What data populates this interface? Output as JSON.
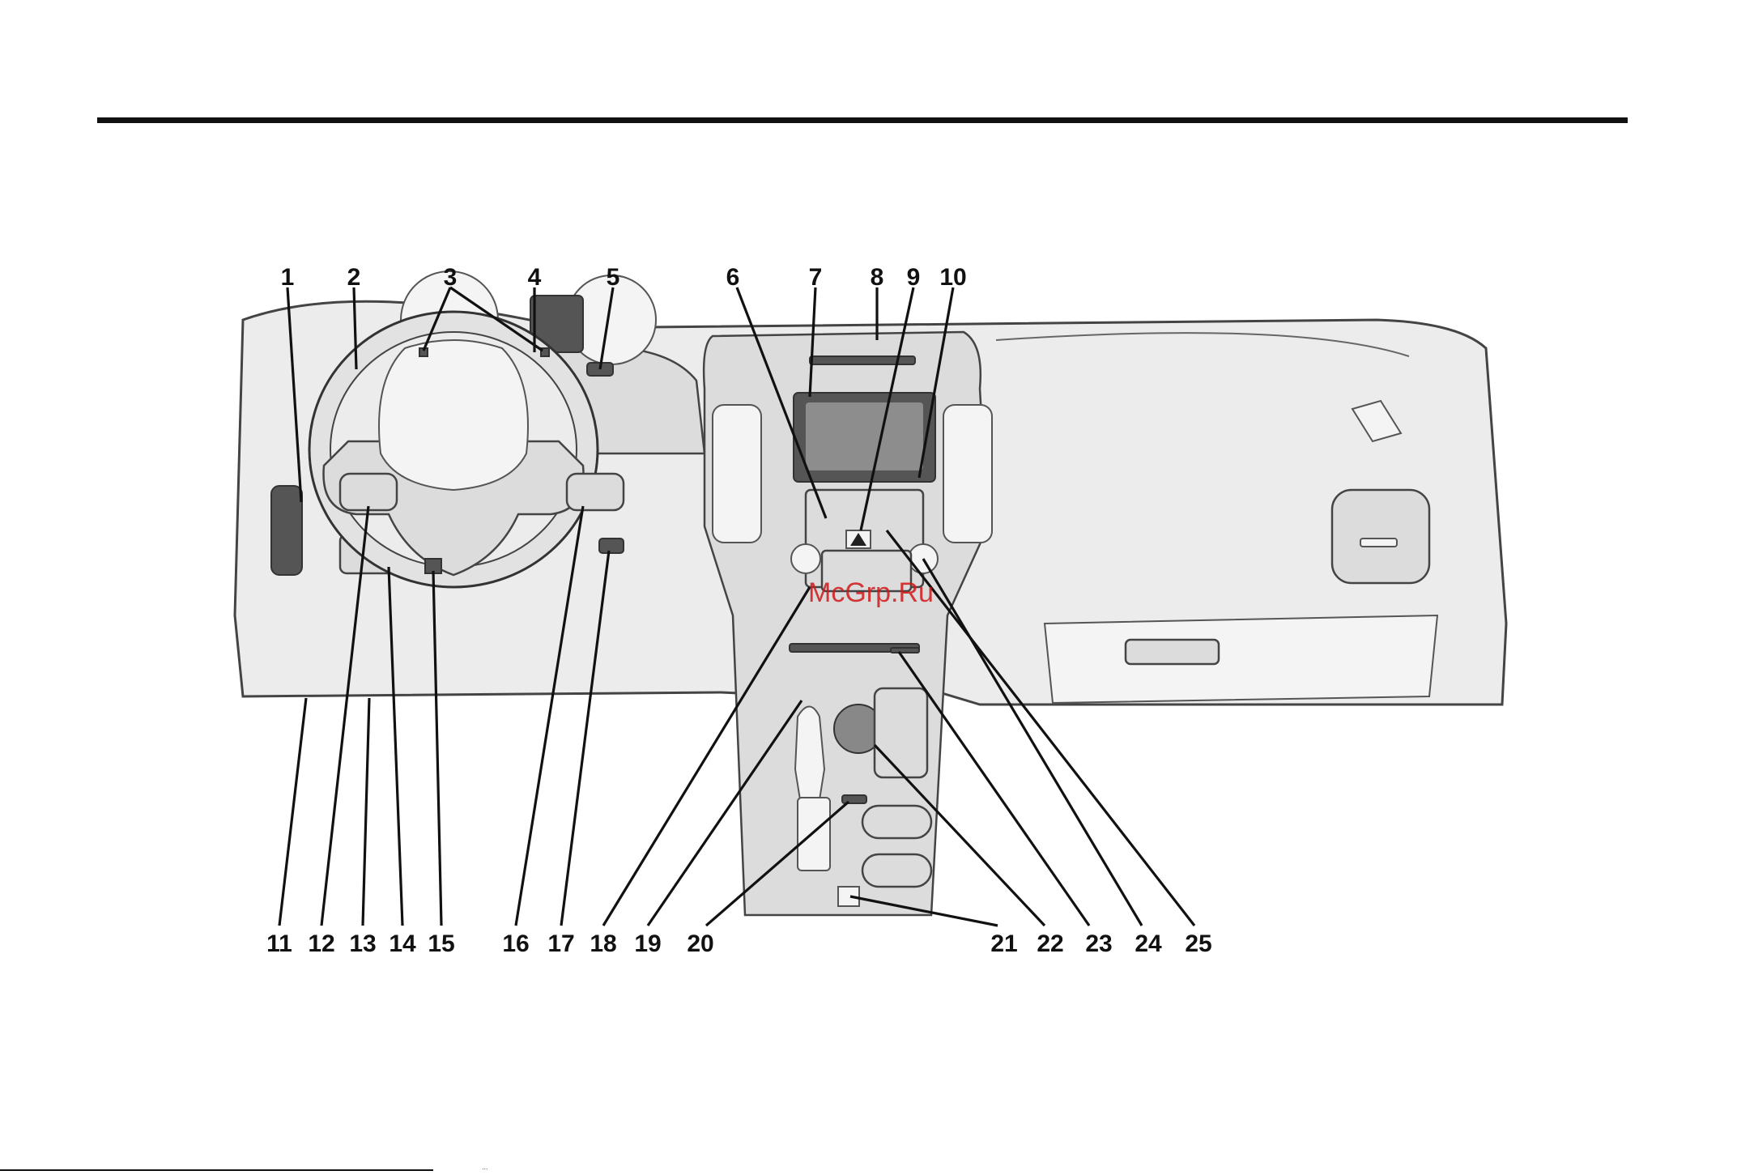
{
  "callouts": [
    {
      "id": "c1",
      "label": "1"
    },
    {
      "id": "c2",
      "label": "2"
    },
    {
      "id": "c3",
      "label": "3"
    },
    {
      "id": "c4",
      "label": "4"
    },
    {
      "id": "c5",
      "label": "5"
    },
    {
      "id": "c6",
      "label": "6"
    },
    {
      "id": "c7",
      "label": "7"
    },
    {
      "id": "c8",
      "label": "8"
    },
    {
      "id": "c9",
      "label": "9"
    },
    {
      "id": "c10",
      "label": "10"
    },
    {
      "id": "c11",
      "label": "11"
    },
    {
      "id": "c12",
      "label": "12"
    },
    {
      "id": "c13",
      "label": "13"
    },
    {
      "id": "c14",
      "label": "14"
    },
    {
      "id": "c15",
      "label": "15"
    },
    {
      "id": "c16",
      "label": "16"
    },
    {
      "id": "c17",
      "label": "17"
    },
    {
      "id": "c18",
      "label": "18"
    },
    {
      "id": "c19",
      "label": "19"
    },
    {
      "id": "c20",
      "label": "20"
    },
    {
      "id": "c21",
      "label": "21"
    },
    {
      "id": "c22",
      "label": "22"
    },
    {
      "id": "c23",
      "label": "23"
    },
    {
      "id": "c24",
      "label": "24"
    },
    {
      "id": "c25",
      "label": "25"
    }
  ],
  "watermark": "McGrp.Ru",
  "footer": "...",
  "colors": {
    "line": "#111111",
    "watermark": "#d01818",
    "panel": "#ececec"
  }
}
